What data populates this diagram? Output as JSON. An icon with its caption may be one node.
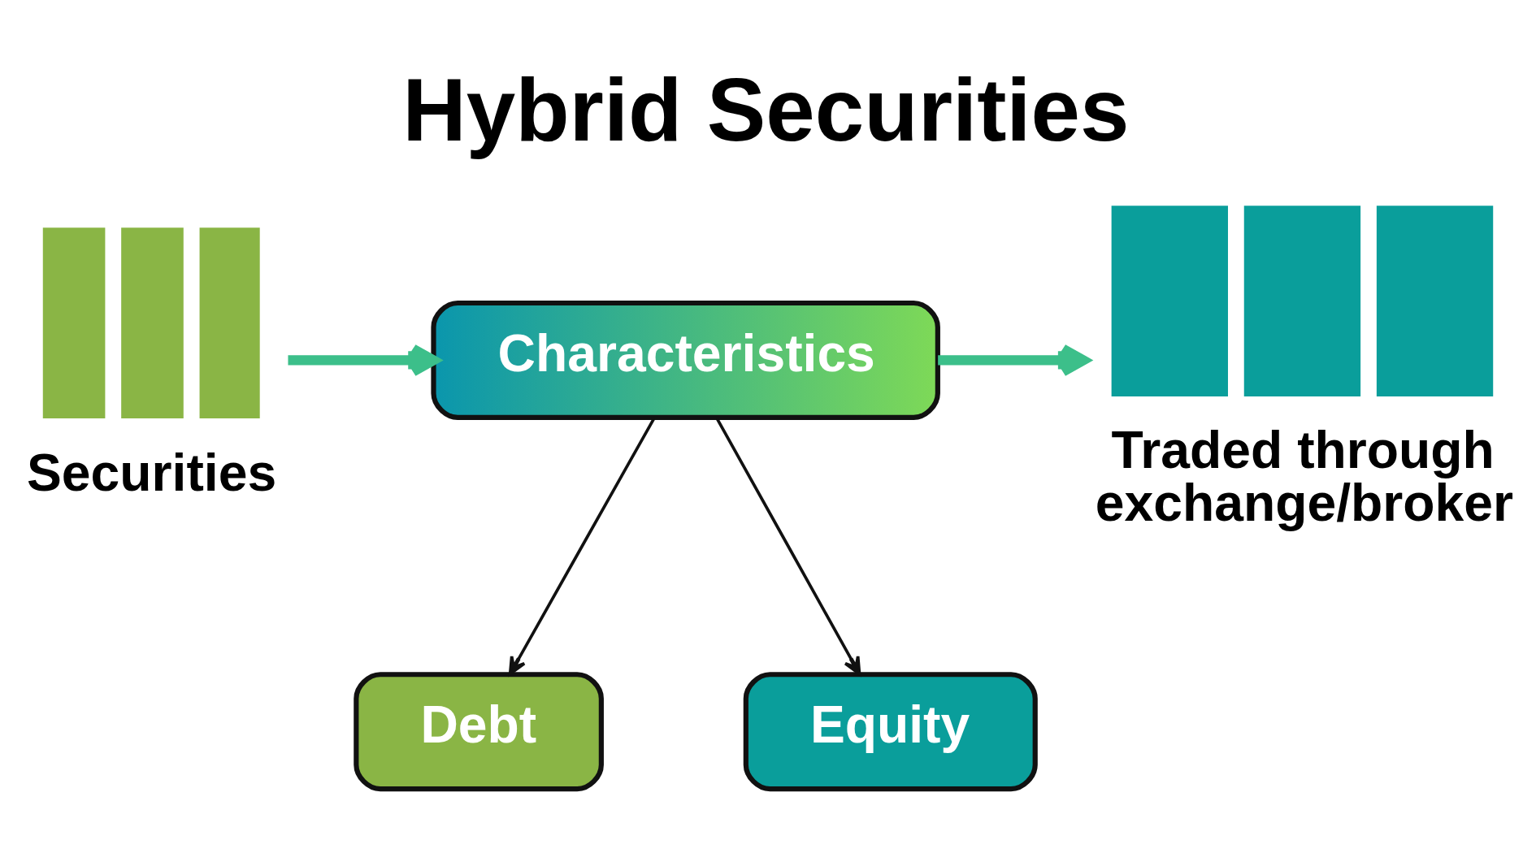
{
  "diagram": {
    "title": "Hybrid Securities",
    "nodes": [
      {
        "text": [],
        "shape": "picture",
        "beside": [
          "Securities"
        ]
      },
      {
        "text": [
          "Characteristics"
        ]
      },
      {
        "text": [
          "Debt"
        ]
      },
      {
        "text": [
          "Equity"
        ]
      },
      {
        "text": [],
        "shape": "picture",
        "beside": [
          "Traded through exchange/broker"
        ]
      }
    ],
    "edges": [
      {
        "from": 0,
        "to": 1,
        "arrow": "to",
        "style": "thick",
        "color": "#3cbf8a"
      },
      {
        "from": 1,
        "to": 2,
        "arrow": "to",
        "color": "#111111"
      },
      {
        "from": 1,
        "to": 3,
        "arrow": "to",
        "color": "#111111"
      },
      {
        "from": 1,
        "to": 4,
        "arrow": "to",
        "style": "thick",
        "color": "#3cbf8a"
      }
    ]
  }
}
